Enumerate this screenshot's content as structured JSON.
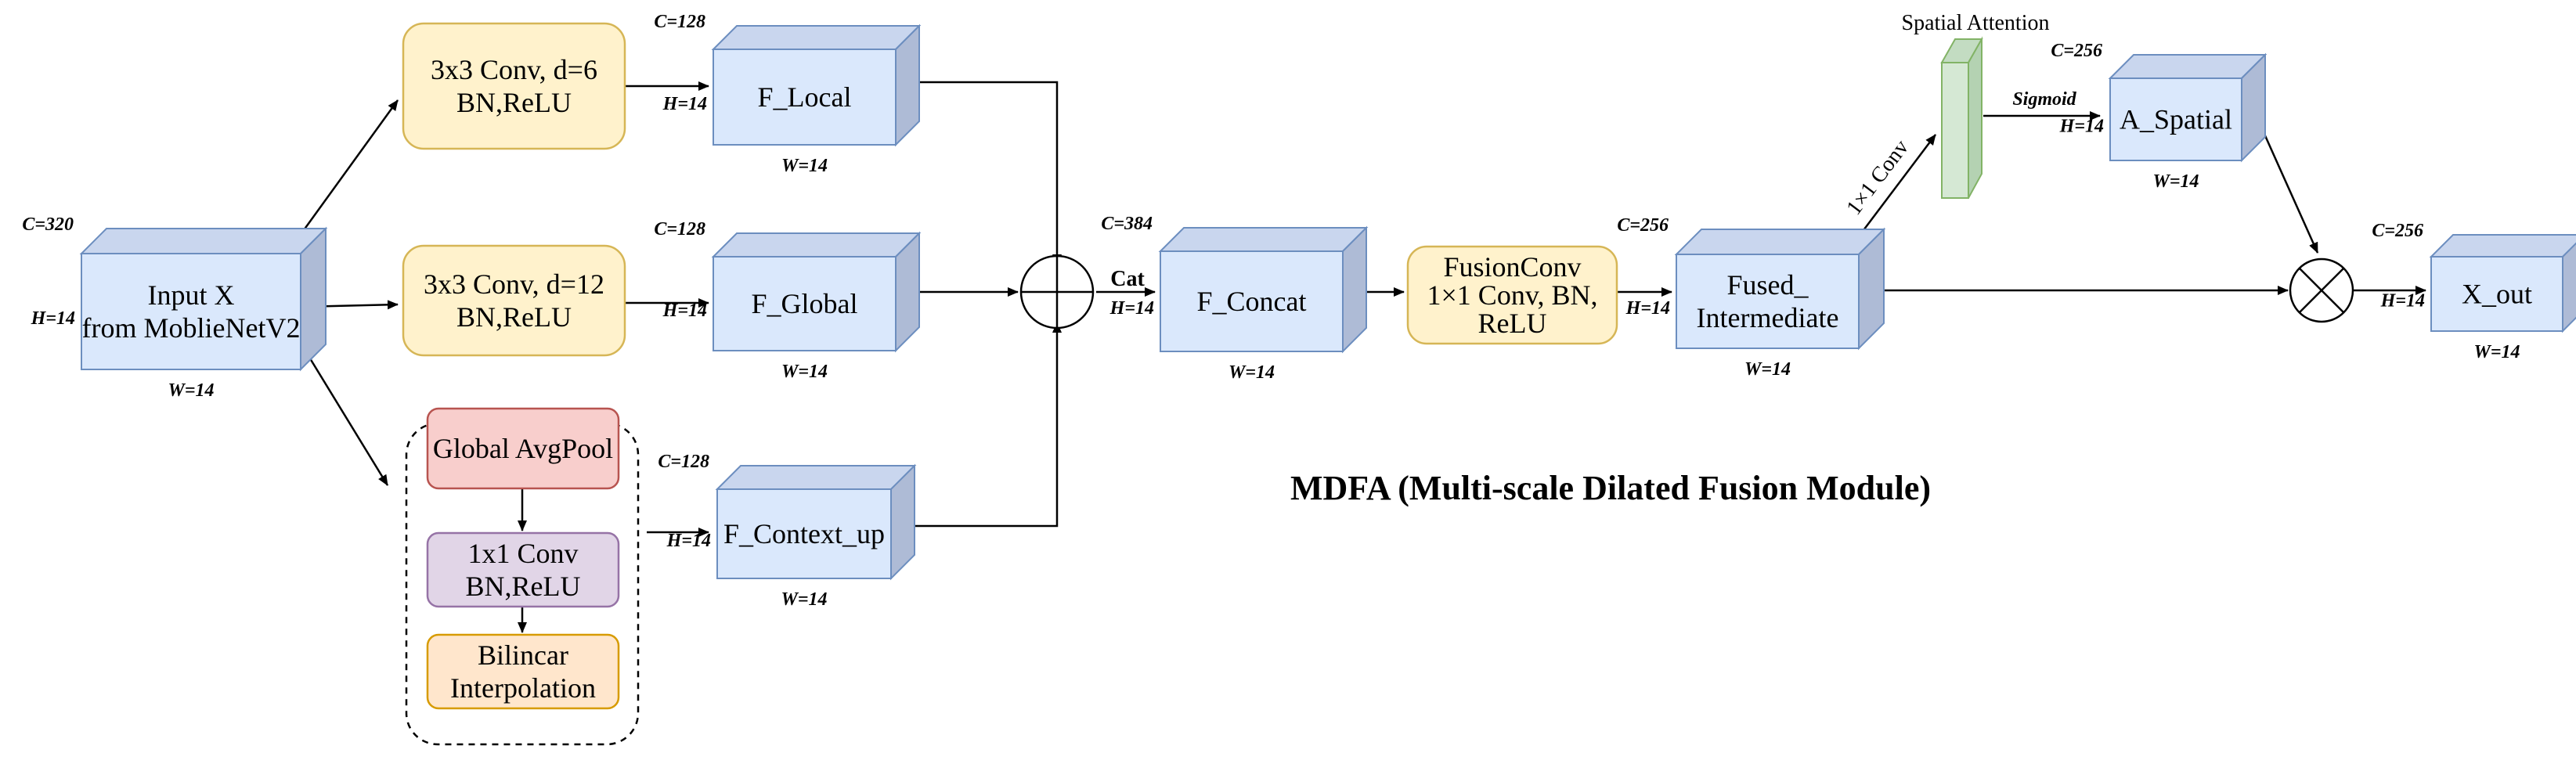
{
  "title": "MDFA (Multi-scale Dilated Fusion Module)",
  "colors": {
    "tensor_front": "#dae8fc",
    "tensor_top": "#c9d6ee",
    "tensor_side": "#aebbd6",
    "tensor_stroke": "#6c8ebf",
    "op_fill": "#fff2cc",
    "op_stroke": "#d6b656",
    "pool_fill": "#f8cecc",
    "pool_stroke": "#b85450",
    "conv_fill": "#e1d5e7",
    "conv_stroke": "#9673a6",
    "interp_fill": "#ffe6cc",
    "interp_stroke": "#d79b00",
    "attn_fill": "#d5e8d4",
    "attn_stroke": "#82b366"
  },
  "tensors": {
    "input": {
      "lines": [
        "Input X",
        "from MoblieNetV2"
      ],
      "c": "C=320",
      "h": "H=14",
      "w": "W=14"
    },
    "local": {
      "lines": [
        "F_Local"
      ],
      "c": "C=128",
      "h": "H=14",
      "w": "W=14"
    },
    "global": {
      "lines": [
        "F_Global"
      ],
      "c": "C=128",
      "h": "H=14",
      "w": "W=14"
    },
    "context": {
      "lines": [
        "F_Context_up"
      ],
      "c": "C=128",
      "h": "H=14",
      "w": "W=14"
    },
    "concat": {
      "lines": [
        "F_Concat"
      ],
      "c": "C=384",
      "h": "H=14",
      "w": "W=14"
    },
    "fused": {
      "lines": [
        "Fused_",
        "Intermediate"
      ],
      "c": "C=256",
      "h": "H=14",
      "w": "W=14"
    },
    "spatial": {
      "lines": [
        "A_Spatial"
      ],
      "c": "C=256",
      "h": "H=14",
      "w": "W=14"
    },
    "out": {
      "lines": [
        "X_out"
      ],
      "c": "C=256",
      "h": "H=14",
      "w": "W=14"
    }
  },
  "ops": {
    "conv_d6": [
      "3x3 Conv, d=6",
      "BN,ReLU"
    ],
    "conv_d12": [
      "3x3 Conv, d=12",
      "BN,ReLU"
    ],
    "avgpool": [
      "Global AvgPool"
    ],
    "conv1x1": [
      "1x1 Conv",
      "BN,ReLU"
    ],
    "interp": [
      "Bilincar",
      "Interpolation"
    ],
    "fusion": [
      "FusionConv",
      "1×1 Conv, BN,",
      "ReLU"
    ]
  },
  "labels": {
    "cat": "Cat",
    "conv_edge": "1×1 Conv",
    "sigmoid": "Sigmoid",
    "spatial_attention": "Spatial Attention"
  }
}
